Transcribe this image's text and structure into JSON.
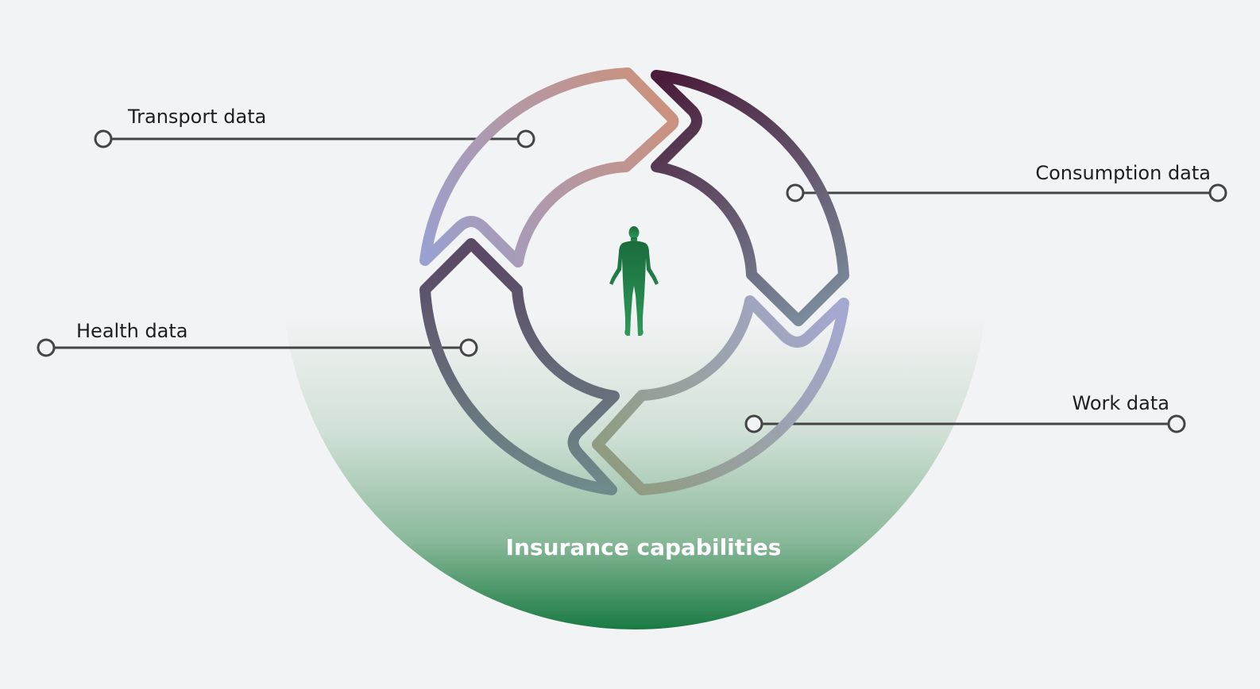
{
  "title": "Insurance capabilities",
  "labels": {
    "transport": "Transport data",
    "consumption": "Consumption data",
    "health": "Health data",
    "work": "Work data"
  },
  "icons": {
    "center": "human-figure-icon"
  },
  "colors": {
    "background": "#f2f3f4",
    "semicircle_top": "#f2f3f4",
    "semicircle_bottom": "#1a7a43",
    "connector": "#444444",
    "figure": "#1f7a45",
    "arrow_transport_start": "#9aa0cf",
    "arrow_transport_end": "#c9917f",
    "arrow_consumption_start": "#4a1c3a",
    "arrow_consumption_end": "#7a8a9a",
    "arrow_work_start": "#a6a8d4",
    "arrow_work_end": "#8f9c7f",
    "arrow_health_start": "#5a4a66",
    "arrow_health_end": "#6f8a8a"
  }
}
